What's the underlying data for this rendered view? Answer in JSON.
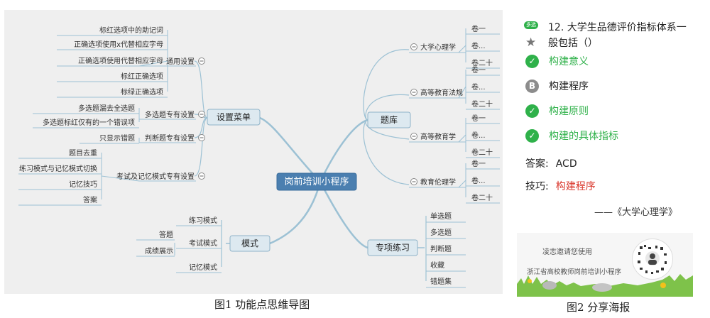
{
  "figure1": {
    "caption": "图1  功能点思维导图",
    "center": "岗前培训小程序",
    "branches": {
      "settings": {
        "label": "设置菜单",
        "groups": [
          {
            "label": "通用设置",
            "leaves": [
              "标红选项中的助记词",
              "正确选项使用x代替相应字母",
              "正确选项使用代替相应字母",
              "标红正确选项",
              "标绿正确选项"
            ]
          },
          {
            "label": "多选题专有设置",
            "leaves": [
              "多选题漏去全选题",
              "多选题标红仅有的一个错误项"
            ]
          },
          {
            "label": "判断题专有设置",
            "leaves": [
              "只显示错题"
            ]
          },
          {
            "label": "考试及记忆模式专有设置",
            "leaves": [
              "题目去重",
              "练习模式与记忆模式切换",
              "记忆技巧",
              "答案"
            ]
          }
        ]
      },
      "modes": {
        "label": "模式",
        "items": [
          "练习模式",
          "考试模式",
          "记忆模式"
        ],
        "exam_leaves": [
          "答题",
          "成绩展示"
        ]
      },
      "bank": {
        "label": "题库",
        "subjects": [
          {
            "label": "大学心理学",
            "vols": [
              "卷一",
              "卷...",
              "卷二十"
            ]
          },
          {
            "label": "高等教育法规",
            "vols": [
              "卷一",
              "卷...",
              "卷二十"
            ]
          },
          {
            "label": "高等教育学",
            "vols": [
              "卷一",
              "卷...",
              "卷二十"
            ]
          },
          {
            "label": "教育伦理学",
            "vols": [
              "卷一",
              "卷...",
              "卷二十"
            ]
          }
        ]
      },
      "practice": {
        "label": "专项练习",
        "items": [
          "单选题",
          "多选题",
          "判断题",
          "收藏",
          "错题集"
        ]
      }
    }
  },
  "figure2": {
    "caption": "图2  分享海报",
    "badge": "多选",
    "question": "12. 大学生品德评价指标体系一般包括（）",
    "options": [
      {
        "mark": "✓",
        "text": "构建意义",
        "correct": true
      },
      {
        "mark": "B",
        "text": "构建程序",
        "correct": false
      },
      {
        "mark": "✓",
        "text": "构建原则",
        "correct": true
      },
      {
        "mark": "✓",
        "text": "构建的具体指标",
        "correct": true
      }
    ],
    "answer_label": "答案:",
    "answer_value": "ACD",
    "tip_label": "技巧:",
    "tip_value": "构建程序",
    "source": "——《大学心理学》",
    "invite": "凌志邀请您使用",
    "mini_program": "浙江省高校教师岗前培训小程序",
    "colors": {
      "correct": "#2fb14a",
      "neutral": "#8c8c8c",
      "tip": "#d9362b"
    }
  }
}
